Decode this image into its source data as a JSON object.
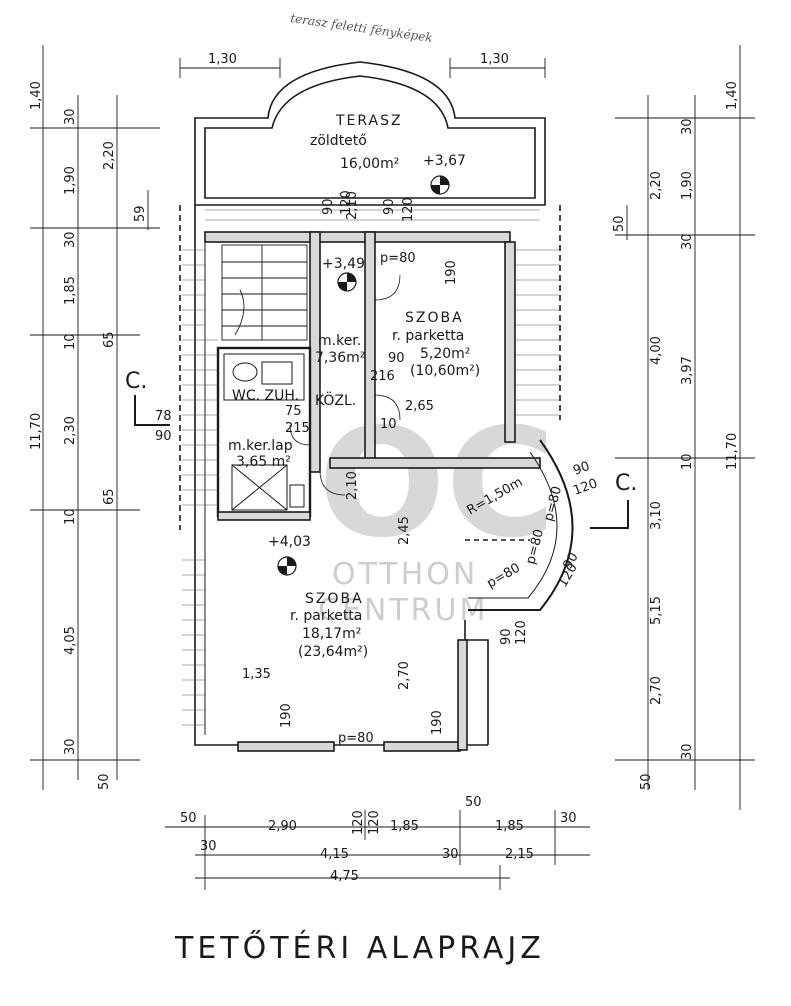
{
  "title": "TETŐTÉRI ALAPRAJZ",
  "watermark": {
    "letters": "OC",
    "line1": "OTTHON",
    "line2": "CENTRUM"
  },
  "handwritten_note": "terasz feletti fényképek",
  "rooms": {
    "terrace": {
      "name": "TERASZ",
      "sub": "zöldtető",
      "area": "16,00m²",
      "level": "+3,67"
    },
    "room_small": {
      "name": "SZOBA",
      "floor": "r. parketta",
      "area": "5,20m²",
      "area2": "(10,60m²)"
    },
    "hallway": {
      "name": "m.ker.",
      "area": "7,36m²"
    },
    "bath": {
      "name": "WC. ZUH.",
      "sub": "KÖZL."
    },
    "bath_floor": {
      "name": "m.ker.lap",
      "area": "3,65 m²"
    },
    "room_big": {
      "name": "SZOBA",
      "floor": "r. parketta",
      "area": "18,17m²",
      "area2": "(23,64m²)"
    }
  },
  "levels": {
    "stair": "+3,49",
    "big_room": "+4,03"
  },
  "section_marks": {
    "left": "C.",
    "right": "C."
  },
  "dims": {
    "top_left": "1,30",
    "top_right": "1,30",
    "left_outer": [
      "1,40",
      "11,70"
    ],
    "left_mid": [
      "30",
      "1,90",
      "30",
      "1,85",
      "10",
      "2,30",
      "10",
      "4,05",
      "30",
      "50"
    ],
    "left_inner": [
      "2,20",
      "65",
      "65"
    ],
    "left_small": "59",
    "right_outer": [
      "1,40",
      "11,70"
    ],
    "right_mid": [
      "30",
      "1,90",
      "30",
      "3,97",
      "10",
      "3,10",
      "5,15",
      "2,70",
      "30",
      "50"
    ],
    "right_inner": [
      "2,20",
      "4,00"
    ],
    "right_small": "50",
    "bottom_row1": [
      "50",
      "2,90",
      "120",
      "120",
      "1,85",
      "50",
      "1,85",
      "30"
    ],
    "bottom_row2": [
      "30",
      "4,15",
      "30",
      "2,15"
    ],
    "bottom_row3": "4,75",
    "interior": [
      "90",
      "120",
      "90",
      "120",
      "190",
      "p=80",
      "90",
      "216",
      "2,65",
      "75",
      "215",
      "10",
      "78",
      "90",
      "2,10",
      "2,45",
      "R=1,50m",
      "p=80",
      "p=80",
      "p=80",
      "90",
      "120",
      "90",
      "120",
      "1,35",
      "190",
      "2,70",
      "190",
      "p=80",
      "90",
      "120",
      "2,10"
    ]
  }
}
